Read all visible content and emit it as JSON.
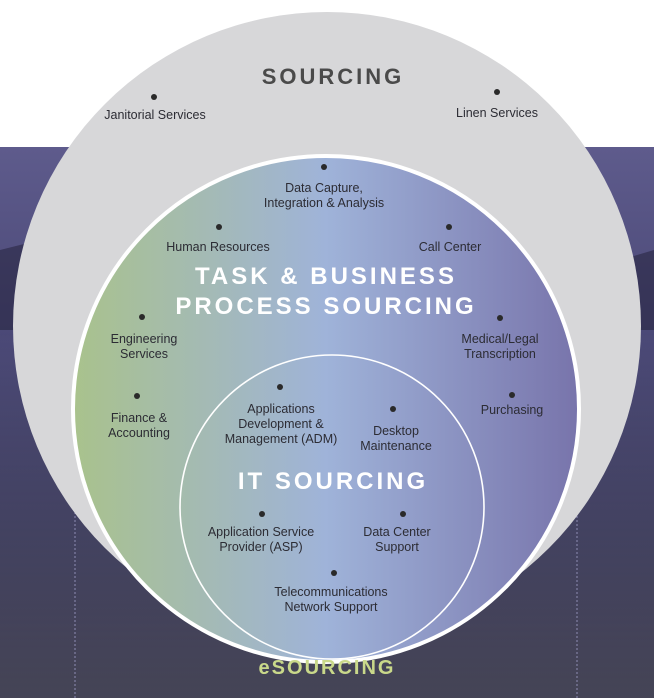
{
  "diagram": {
    "outer_ring": {
      "title": "SOURCING",
      "items": [
        {
          "label": "Janitorial Services"
        },
        {
          "label": "Linen Services"
        }
      ]
    },
    "middle_ring": {
      "title": "TASK & BUSINESS\nPROCESS SOURCING",
      "items": [
        {
          "label": "Data Capture,\nIntegration & Analysis"
        },
        {
          "label": "Human Resources"
        },
        {
          "label": "Call Center"
        },
        {
          "label": "Engineering\nServices"
        },
        {
          "label": "Medical/Legal\nTranscription"
        },
        {
          "label": "Finance &\nAccounting"
        },
        {
          "label": "Purchasing"
        }
      ]
    },
    "inner_ring": {
      "title": "IT SOURCING",
      "items": [
        {
          "label": "Applications\nDevelopment &\nManagement (ADM)"
        },
        {
          "label": "Desktop\nMaintenance"
        },
        {
          "label": "Application Service\nProvider (ASP)"
        },
        {
          "label": "Data Center\nSupport"
        },
        {
          "label": "Telecommunications\nNetwork Support"
        }
      ]
    },
    "footer_title": "eSOURCING"
  },
  "colors": {
    "outer_circle": "#d7d7d9",
    "gradient_start": "#a7c08e",
    "gradient_mid": "#9fb3d9",
    "gradient_end": "#7a76ad",
    "backdrop_dark": "#2e2d4f",
    "esourcing_text": "#c9d88a"
  }
}
